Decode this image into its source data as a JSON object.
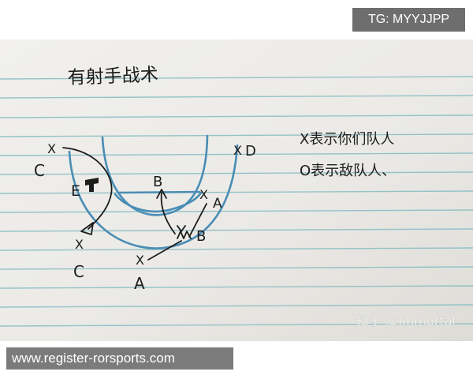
{
  "overlay": {
    "tg_label": "TG: MYYJJPP",
    "url": "www.register-rorsports.com",
    "watermark": "知乎 @Immortal"
  },
  "note": {
    "title": "有射手战术",
    "legend": [
      "X表示你们队人",
      "O表示敌队人、"
    ]
  },
  "diagram": {
    "labels": [
      "X",
      "C",
      "E",
      "B",
      "X",
      "A",
      "X",
      "D",
      "B",
      "X",
      "C",
      "X",
      "A"
    ]
  },
  "colors": {
    "ink": "#1c1c1c",
    "blue_pen": "#4a8db5",
    "paper": "#ecebe7",
    "ruled_line": "#86bcc2",
    "overlay_box": "#6e6e6e"
  }
}
